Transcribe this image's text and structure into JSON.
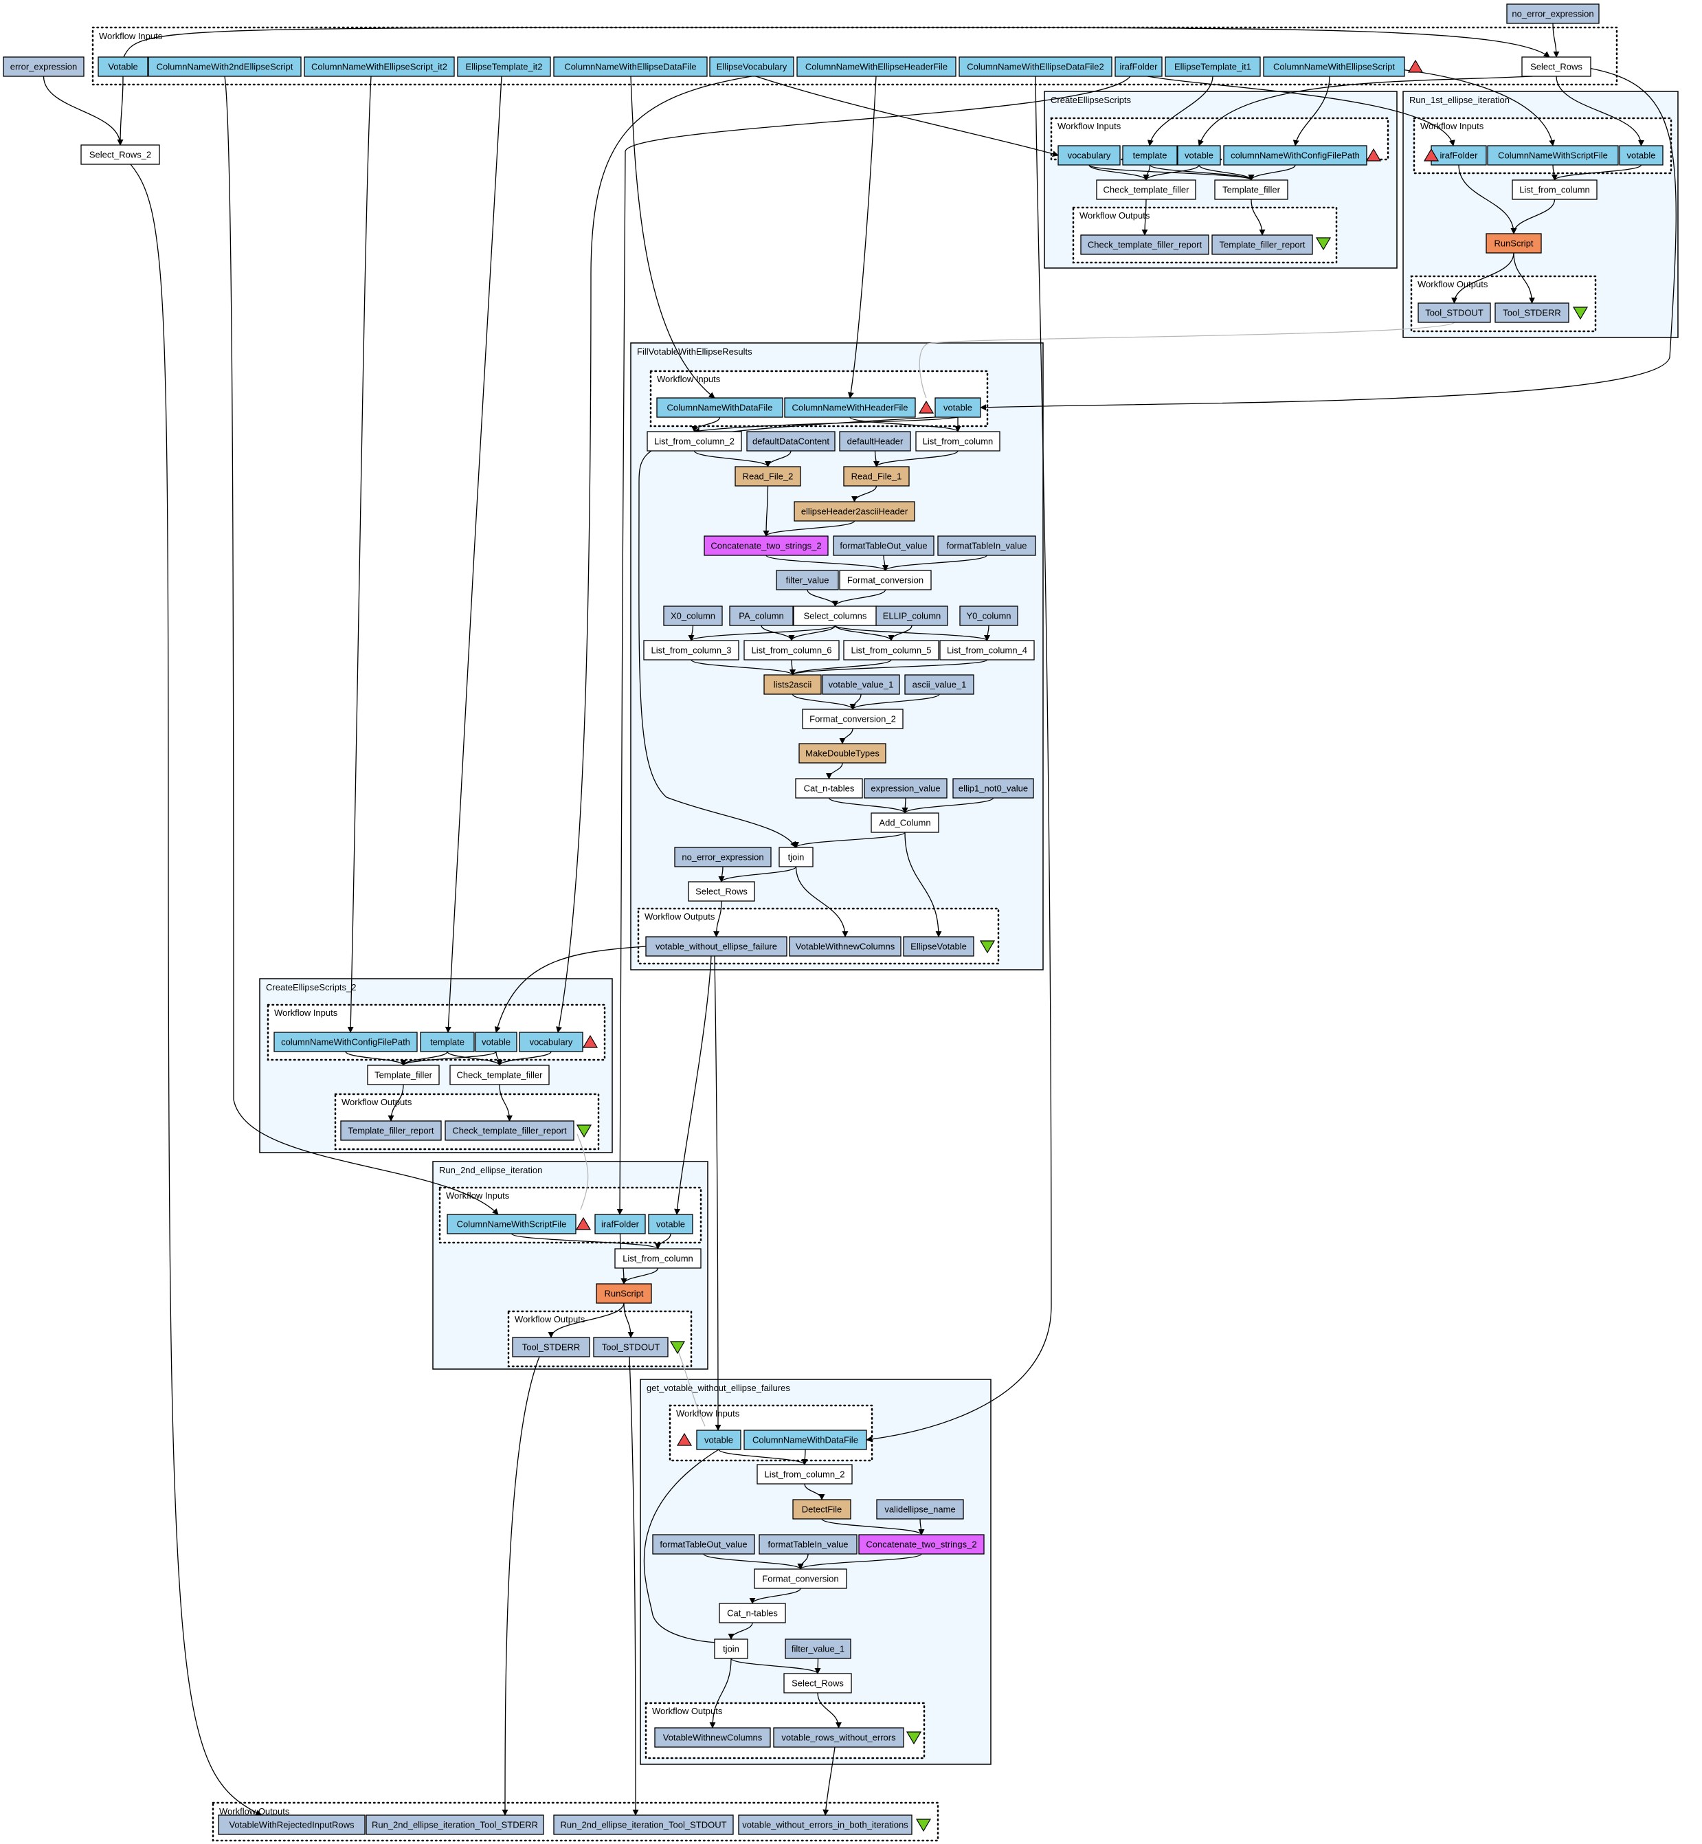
{
  "colors": {
    "input": "#87ceeb",
    "constant": "#b0c4de",
    "processor": "#ffffff",
    "beanshell": "#deb887",
    "string_concat": "#e066ff",
    "tool": "#f28c59",
    "cluster": "#f0f8ff",
    "ports_bg": "#ffffff",
    "input_marker": "#ec4c4c",
    "output_marker": "#6ecc1c",
    "edge": "#000000"
  },
  "clusters": {
    "top_inputs": {
      "title": "Workflow Inputs"
    },
    "create1": {
      "title": "CreateEllipseScripts",
      "inputs_title": "Workflow Inputs",
      "outputs_title": "Workflow Outputs"
    },
    "run1": {
      "title": "Run_1st_ellipse_iteration",
      "inputs_title": "Workflow Inputs",
      "outputs_title": "Workflow Outputs"
    },
    "fill": {
      "title": "FillVotableWithEllipseResults",
      "inputs_title": "Workflow Inputs",
      "outputs_title": "Workflow Outputs"
    },
    "create2": {
      "title": "CreateEllipseScripts_2",
      "inputs_title": "Workflow Inputs",
      "outputs_title": "Workflow Outputs"
    },
    "run2": {
      "title": "Run_2nd_ellipse_iteration",
      "inputs_title": "Workflow Inputs",
      "outputs_title": "Workflow Outputs"
    },
    "getv": {
      "title": "get_votable_without_ellipse_failures",
      "inputs_title": "Workflow Inputs",
      "outputs_title": "Workflow Outputs"
    },
    "bottom_outputs": {
      "title": "Workflow Outputs"
    }
  },
  "nodes": {
    "error_expression": "error_expression",
    "no_error_expression_top": "no_error_expression",
    "select_rows_top": "Select_Rows",
    "select_rows_2": "Select_Rows_2",
    "in_votable": "Votable",
    "in_col2nd": "ColumnNameWith2ndEllipseScript",
    "in_colscript_it2": "ColumnNameWithEllipseScript_it2",
    "in_tmpl_it2": "EllipseTemplate_it2",
    "in_coldata": "ColumnNameWithEllipseDataFile",
    "in_vocab": "EllipseVocabulary",
    "in_colheader": "ColumnNameWithEllipseHeaderFile",
    "in_coldata2": "ColumnNameWithEllipseDataFile2",
    "in_iraf": "irafFolder",
    "in_tmpl_it1": "EllipseTemplate_it1",
    "in_colscript": "ColumnNameWithEllipseScript",
    "c1_vocab": "vocabulary",
    "c1_template": "template",
    "c1_votable": "votable",
    "c1_colcfg": "columnNameWithConfigFilePath",
    "c1_check": "Check_template_filler",
    "c1_tf": "Template_filler",
    "c1_out_check": "Check_template_filler_report",
    "c1_out_tf": "Template_filler_report",
    "r1_iraf": "irafFolder",
    "r1_colscript": "ColumnNameWithScriptFile",
    "r1_votable": "votable",
    "r1_lfc": "List_from_column",
    "r1_run": "RunScript",
    "r1_stdout": "Tool_STDOUT",
    "r1_stderr": "Tool_STDERR",
    "f_coldata": "ColumnNameWithDataFile",
    "f_colheader": "ColumnNameWithHeaderFile",
    "f_votable": "votable",
    "f_lfc2": "List_from_column_2",
    "f_defdata": "defaultDataContent",
    "f_defheader": "defaultHeader",
    "f_lfc": "List_from_column",
    "f_read2": "Read_File_2",
    "f_read1": "Read_File_1",
    "f_e2a": "ellipseHeader2asciiHeader",
    "f_concat": "Concatenate_two_strings_2",
    "f_fto": "formatTableOut_value",
    "f_fti": "formatTableIn_value",
    "f_filter": "filter_value",
    "f_fc": "Format_conversion",
    "f_x0": "X0_column",
    "f_pa": "PA_column",
    "f_selcol": "Select_columns",
    "f_ellip": "ELLIP_column",
    "f_y0": "Y0_column",
    "f_lfc3": "List_from_column_3",
    "f_lfc6": "List_from_column_6",
    "f_lfc5": "List_from_column_5",
    "f_lfc4": "List_from_column_4",
    "f_l2a": "lists2ascii",
    "f_vv1": "votable_value_1",
    "f_av1": "ascii_value_1",
    "f_fc2": "Format_conversion_2",
    "f_mdt": "MakeDoubleTypes",
    "f_cat": "Cat_n-tables",
    "f_expr": "expression_value",
    "f_ellip1": "ellip1_not0_value",
    "f_addcol": "Add_Column",
    "f_noerr": "no_error_expression",
    "f_tjoin": "tjoin",
    "f_selrows": "Select_Rows",
    "f_out_vwef": "votable_without_ellipse_failure",
    "f_out_vwnc": "VotableWithnewColumns",
    "f_out_ev": "EllipseVotable",
    "c2_colcfg": "columnNameWithConfigFilePath",
    "c2_template": "template",
    "c2_votable": "votable",
    "c2_vocab": "vocabulary",
    "c2_tf": "Template_filler",
    "c2_check": "Check_template_filler",
    "c2_out_tf": "Template_filler_report",
    "c2_out_check": "Check_template_filler_report",
    "r2_colscript": "ColumnNameWithScriptFile",
    "r2_iraf": "irafFolder",
    "r2_votable": "votable",
    "r2_lfc": "List_from_column",
    "r2_run": "RunScript",
    "r2_stderr": "Tool_STDERR",
    "r2_stdout": "Tool_STDOUT",
    "g_votable": "votable",
    "g_coldata": "ColumnNameWithDataFile",
    "g_lfc2": "List_from_column_2",
    "g_detect": "DetectFile",
    "g_valid": "validellipse_name",
    "g_fto": "formatTableOut_value",
    "g_fti": "formatTableIn_value",
    "g_concat": "Concatenate_two_strings_2",
    "g_fc": "Format_conversion",
    "g_cat": "Cat_n-tables",
    "g_filter": "filter_value_1",
    "g_tjoin": "tjoin",
    "g_selrows": "Select_Rows",
    "g_out_vwnc": "VotableWithnewColumns",
    "g_out_vrwe": "votable_rows_without_errors",
    "out_rejected": "VotableWithRejectedInputRows",
    "out_stderr": "Run_2nd_ellipse_iteration_Tool_STDERR",
    "out_stdout": "Run_2nd_ellipse_iteration_Tool_STDOUT",
    "out_vwe": "votable_without_errors_in_both_iterations"
  }
}
